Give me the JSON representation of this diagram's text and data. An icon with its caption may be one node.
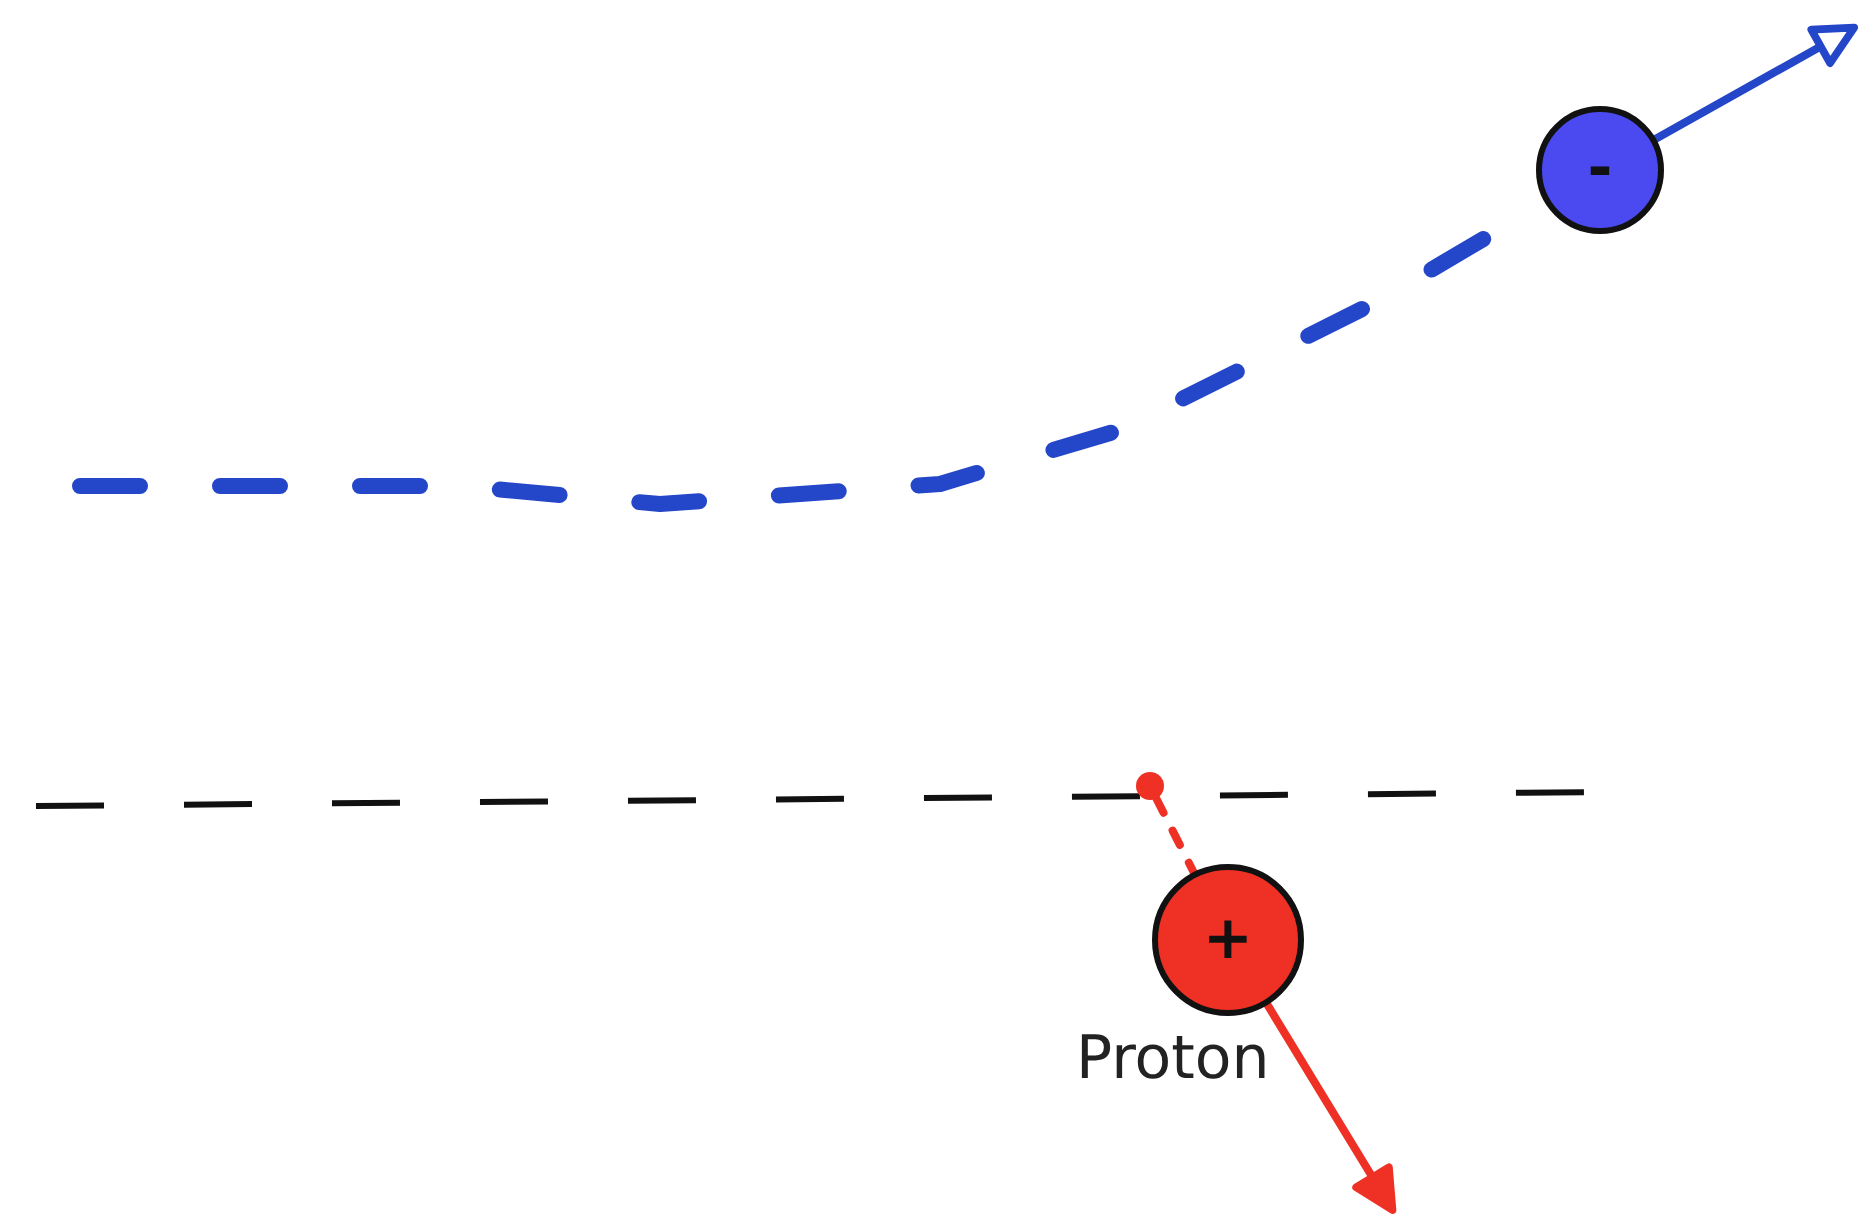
{
  "diagram": {
    "nodes": [
      {
        "text": [
          "-"
        ]
      },
      {
        "text": [],
        "shape": "circle"
      },
      {
        "text": [
          "+"
        ],
        "beside": [
          "Proton"
        ]
      }
    ],
    "edges": [
      {
        "from": null,
        "to": 0,
        "arrow": "none",
        "style": "dashed",
        "color": "#2446c8"
      },
      {
        "from": 0,
        "to": null,
        "arrow": "to",
        "color": "#2446c8"
      },
      {
        "from": 1,
        "to": 2,
        "arrow": "none",
        "style": "dashed",
        "color": "#ee3124"
      },
      {
        "from": 2,
        "to": null,
        "arrow": "to",
        "color": "#ee3124"
      }
    ]
  }
}
